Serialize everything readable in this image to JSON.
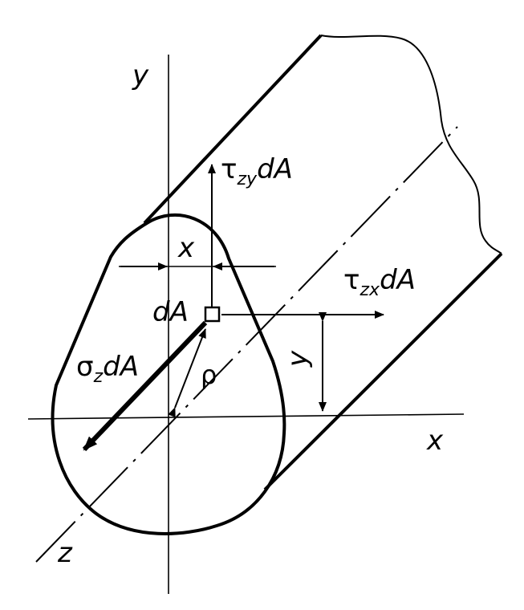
{
  "labels": {
    "y_axis": "y",
    "x_axis": "x",
    "z_axis": "z",
    "tau_zy": {
      "sym": "τ",
      "sub": "zy",
      "rest": "dA"
    },
    "tau_zx": {
      "sym": "τ",
      "sub": "zx",
      "rest": "dA"
    },
    "sigma_z": {
      "sym": "σ",
      "sub": "z",
      "rest": "dA"
    },
    "dA": "dA",
    "rho": "ρ",
    "x_dim": "x",
    "y_dim": "y"
  },
  "colors": {
    "ink": "#000000",
    "paper": "#ffffff"
  }
}
